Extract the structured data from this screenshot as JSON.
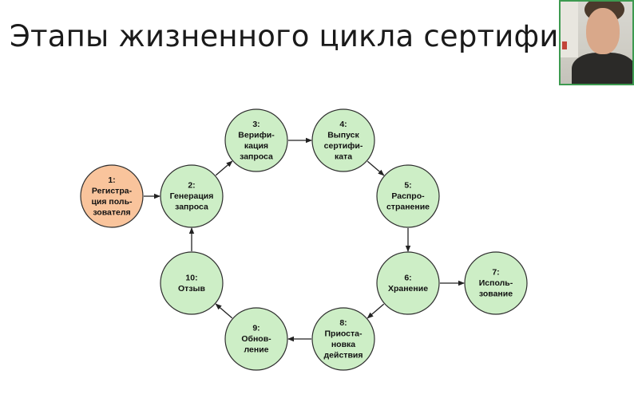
{
  "slide": {
    "title": "Этапы жизненного цикла сертифи"
  },
  "diagram": {
    "colors": {
      "stage_fill": "#cdeec6",
      "start_fill": "#f9c49c",
      "outline": "#2e2e2e",
      "arrow": "#222222"
    },
    "stages": [
      {
        "id": 1,
        "lines": [
          "1:",
          "Регистра-",
          "ция поль-",
          "зователя"
        ],
        "start": true
      },
      {
        "id": 2,
        "lines": [
          "2:",
          "Генерация",
          "запроса"
        ]
      },
      {
        "id": 3,
        "lines": [
          "3:",
          "Верифи-",
          "кация",
          "запроса"
        ]
      },
      {
        "id": 4,
        "lines": [
          "4:",
          "Выпуск",
          "сертифи-",
          "ката"
        ]
      },
      {
        "id": 5,
        "lines": [
          "5:",
          "Распро-",
          "странение"
        ]
      },
      {
        "id": 6,
        "lines": [
          "6:",
          "Хранение"
        ]
      },
      {
        "id": 7,
        "lines": [
          "7:",
          "Исполь-",
          "зование"
        ]
      },
      {
        "id": 8,
        "lines": [
          "8:",
          "Приоста-",
          "новка",
          "действия"
        ]
      },
      {
        "id": 9,
        "lines": [
          "9:",
          "Обнов-",
          "ление"
        ]
      },
      {
        "id": 10,
        "lines": [
          "10:",
          "Отзыв"
        ]
      }
    ],
    "transitions": [
      [
        1,
        2
      ],
      [
        2,
        3
      ],
      [
        3,
        4
      ],
      [
        4,
        5
      ],
      [
        5,
        6
      ],
      [
        6,
        7
      ],
      [
        6,
        8
      ],
      [
        8,
        9
      ],
      [
        9,
        10
      ],
      [
        10,
        2
      ]
    ]
  },
  "webcam": {
    "icon": "presenter-video-icon"
  }
}
